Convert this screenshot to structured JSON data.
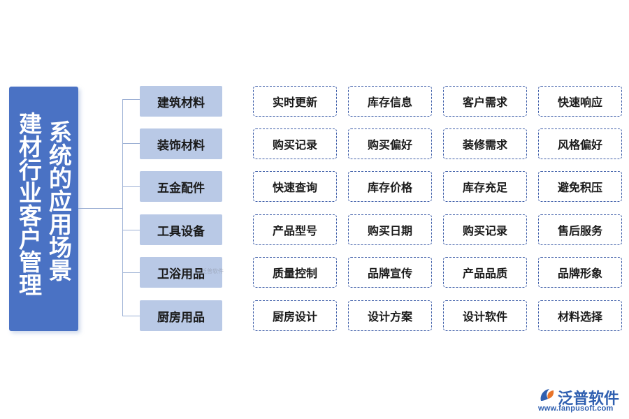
{
  "title": {
    "line1": "系统的应用场景",
    "line2": "建材行业客户管理"
  },
  "rows": [
    {
      "category": "建筑材料",
      "items": [
        "实时更新",
        "库存信息",
        "客户需求",
        "快速响应"
      ]
    },
    {
      "category": "装饰材料",
      "items": [
        "购买记录",
        "购买偏好",
        "装修需求",
        "风格偏好"
      ]
    },
    {
      "category": "五金配件",
      "items": [
        "快速查询",
        "库存价格",
        "库存充足",
        "避免积压"
      ]
    },
    {
      "category": "工具设备",
      "items": [
        "产品型号",
        "购买日期",
        "购买记录",
        "售后服务"
      ]
    },
    {
      "category": "卫浴用品",
      "items": [
        "质量控制",
        "品牌宣传",
        "产品品质",
        "品牌形象"
      ]
    },
    {
      "category": "厨房用品",
      "items": [
        "厨房设计",
        "设计方案",
        "设计软件",
        "材料选择"
      ]
    }
  ],
  "watermark": "泛普软件",
  "logo": {
    "name": "泛普软件",
    "url": "www.fanpusoft.com",
    "icon": "fanpu-logo-icon"
  },
  "colors": {
    "title_bg": "#4a72c4",
    "category_bg": "#b9c9e6",
    "item_border": "#3d5da8",
    "connector": "#9cb0d4",
    "logo": "#2f5fb0"
  }
}
